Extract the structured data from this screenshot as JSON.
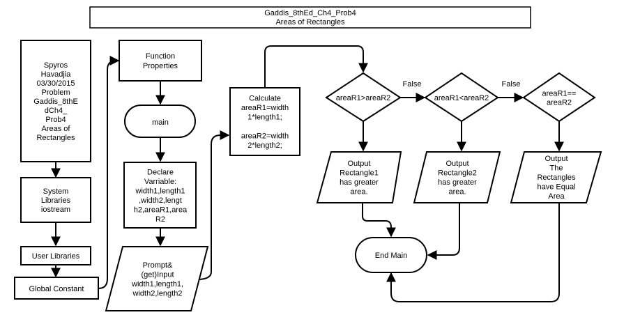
{
  "title": {
    "line1": "Gaddis_8thEd_Ch4_Prob4",
    "line2": "Areas of Rectangles"
  },
  "nodes": {
    "author": [
      "Spyros",
      "Havadjia",
      "03/30/2015",
      "Problem",
      "Gaddis_8thE",
      "dCh4_",
      "Prob4",
      "Areas of",
      "Rectangles"
    ],
    "system_libraries": [
      "System",
      "Libraries",
      "iostream"
    ],
    "user_libraries": [
      "User Libraries"
    ],
    "global_constant": [
      "Global Constant"
    ],
    "function_properties": [
      "Function",
      "Properties"
    ],
    "main": [
      "main"
    ],
    "declare": [
      "Declare",
      "Varriable:",
      "width1,length1",
      ",width2,lengt",
      "h2,areaR1,area",
      "R2"
    ],
    "prompt": [
      "Prompt&",
      "(get)Input",
      "width1,length1,",
      "width2,length2"
    ],
    "calculate": [
      "Calculate",
      "areaR1=width",
      "1*length1;",
      "",
      "areaR2=width",
      "2*length2;"
    ],
    "decision1": [
      "areaR1>areaR2"
    ],
    "decision2": [
      "areaR1<areaR2"
    ],
    "decision3": [
      "areaR1==",
      "areaR2"
    ],
    "output1": [
      "Output",
      "Rectangle1",
      "has greater",
      "area."
    ],
    "output2": [
      "Output",
      "Rectangle2",
      "has greater",
      "area."
    ],
    "output3": [
      "Output",
      "The",
      "Rectangles",
      "have Equal",
      "Area"
    ],
    "end_main": [
      "End Main"
    ]
  },
  "edge_labels": {
    "false1": "False",
    "false2": "False"
  }
}
